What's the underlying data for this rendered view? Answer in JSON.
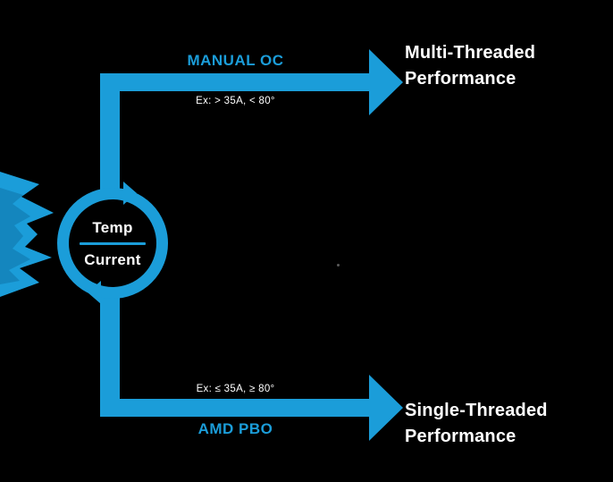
{
  "colors": {
    "accent": "#1b9dd9",
    "background": "#000000",
    "text_primary": "#ffffff"
  },
  "cycle": {
    "top_label": "Temp",
    "bottom_label": "Current"
  },
  "paths": {
    "top": {
      "method": "MANUAL OC",
      "example": "Ex: > 35A, < 80°",
      "result_line1": "Multi-Threaded",
      "result_line2": "Performance"
    },
    "bottom": {
      "method": "AMD PBO",
      "example": "Ex: ≤ 35A, ≥ 80°",
      "result_line1": "Single-Threaded",
      "result_line2": "Performance"
    }
  }
}
